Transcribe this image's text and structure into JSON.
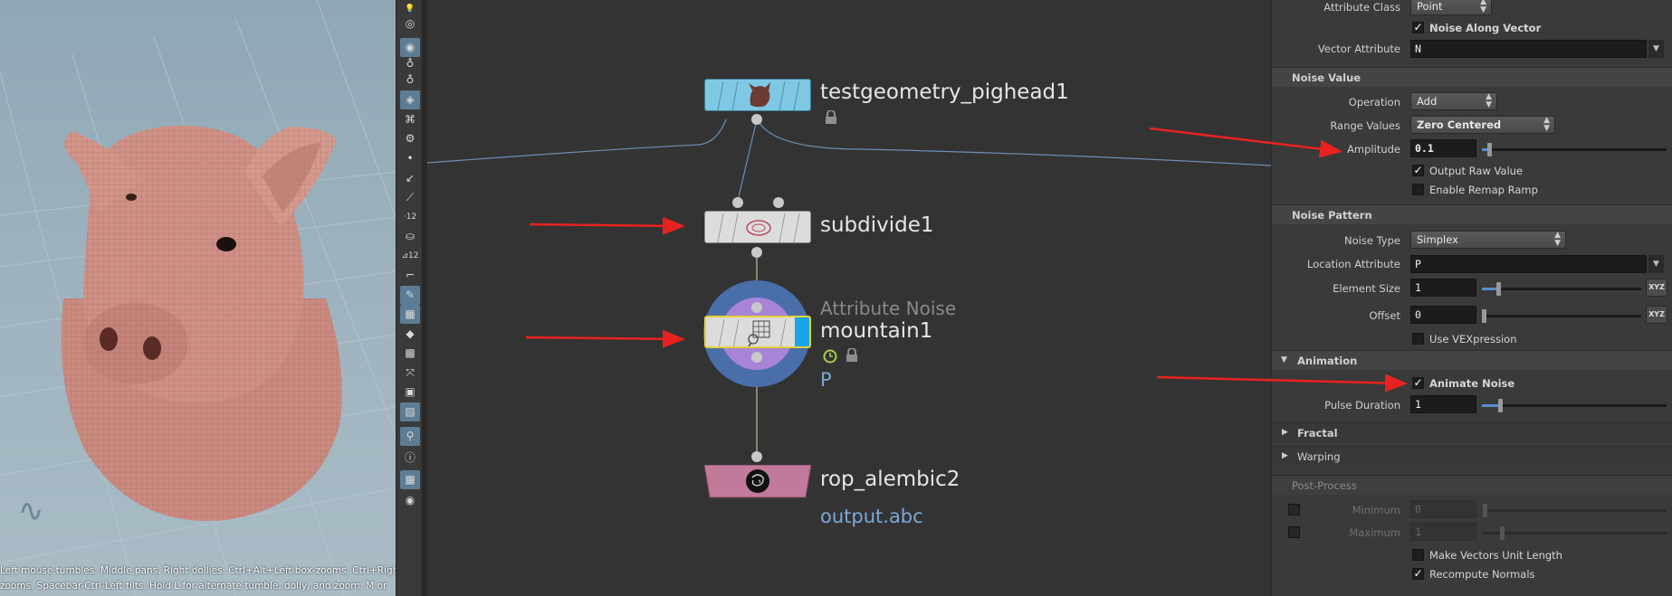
{
  "viewport": {
    "hint_line1": "Left mouse tumbles. Middle pans. Right dollies. Ctrl+Alt+Left box-zooms. Ctrl+Right",
    "hint_line2": "zooms. Spacebar-Ctrl-Left tilts. Hold L for alternate tumble, dolly, and zoom.     M or",
    "logo_glyph": "∿"
  },
  "toolbar": {
    "tools": [
      {
        "icon": "lightbulb-icon",
        "glyph": "💡",
        "active": false
      },
      {
        "icon": "sphere-icon",
        "glyph": "◎",
        "active": false
      },
      {
        "icon": "light-icon",
        "glyph": "◉",
        "active": true
      },
      {
        "icon": "spotlight-icon",
        "glyph": "♁",
        "active": false
      },
      {
        "icon": "point-light-icon",
        "glyph": "♁",
        "active": false
      },
      {
        "icon": "shading-icon",
        "glyph": "◈",
        "active": true
      },
      {
        "icon": "camera-icon",
        "glyph": "⌘",
        "active": false
      },
      {
        "icon": "render-icon",
        "glyph": "⚙",
        "active": false
      },
      {
        "icon": "point-icon",
        "glyph": "•",
        "active": false
      },
      {
        "icon": "normals-icon",
        "glyph": "↙",
        "active": false
      },
      {
        "icon": "brush-icon",
        "glyph": "⟋",
        "active": false
      },
      {
        "icon": "point-numbers-icon",
        "glyph": "·12",
        "active": false
      },
      {
        "icon": "paint-icon",
        "glyph": "⛀",
        "active": false
      },
      {
        "icon": "prim-numbers-icon",
        "glyph": "⊿12",
        "active": false
      },
      {
        "icon": "angle-icon",
        "glyph": "⌐",
        "active": false
      },
      {
        "icon": "pen-icon",
        "glyph": "✎",
        "active": true
      },
      {
        "icon": "checker-icon",
        "glyph": "▦",
        "active": true
      },
      {
        "icon": "diamond-icon",
        "glyph": "◆",
        "active": false
      },
      {
        "icon": "texture-icon",
        "glyph": "▩",
        "active": false
      },
      {
        "icon": "axis-icon",
        "glyph": "⤧",
        "active": false
      },
      {
        "icon": "frame-icon",
        "glyph": "▣",
        "active": false
      },
      {
        "icon": "background-icon",
        "glyph": "▨",
        "active": true
      },
      {
        "icon": "pin-icon",
        "glyph": "⚲",
        "active": true
      },
      {
        "icon": "info-icon",
        "glyph": "ⓘ",
        "active": false
      },
      {
        "icon": "grid-layout-icon",
        "glyph": "▦",
        "active": true
      },
      {
        "icon": "eye-icon",
        "glyph": "◉",
        "active": false
      }
    ]
  },
  "network": {
    "nodes": [
      {
        "id": "pighead",
        "label": "testgeometry_pighead1",
        "color": "#7ec8e3"
      },
      {
        "id": "subdivide",
        "label": "subdivide1",
        "color": "#d9d9d9"
      },
      {
        "id": "mountain",
        "label": "mountain1",
        "type_label": "Attribute Noise",
        "sub_label": "P",
        "color": "#d9d9d9"
      },
      {
        "id": "rop",
        "label": "rop_alembic2",
        "sub_label": "output.abc",
        "color": "#c27a9a"
      }
    ]
  },
  "params": {
    "attribute_class": {
      "label": "Attribute Class",
      "value": "Point"
    },
    "noise_along_vector": {
      "label": "Noise Along Vector",
      "checked": true
    },
    "vector_attribute": {
      "label": "Vector Attribute",
      "value": "N"
    },
    "noise_value": {
      "title": "Noise Value",
      "operation": {
        "label": "Operation",
        "value": "Add"
      },
      "range_values": {
        "label": "Range Values",
        "value": "Zero Centered"
      },
      "amplitude": {
        "label": "Amplitude",
        "value": "0.1",
        "slider_fraction": 0.04
      },
      "output_raw_value": {
        "label": "Output Raw Value",
        "checked": true
      },
      "enable_remap_ramp": {
        "label": "Enable Remap Ramp",
        "checked": false
      }
    },
    "noise_pattern": {
      "title": "Noise Pattern",
      "noise_type": {
        "label": "Noise Type",
        "value": "Simplex"
      },
      "location_attribute": {
        "label": "Location Attribute",
        "value": "P"
      },
      "element_size": {
        "label": "Element Size",
        "value": "1",
        "slider_fraction": 0.1,
        "button": "XYZ"
      },
      "offset": {
        "label": "Offset",
        "value": "0",
        "slider_fraction": 0.0,
        "button": "XYZ"
      },
      "use_vexpression": {
        "label": "Use VEXpression",
        "checked": false
      }
    },
    "animation": {
      "title": "Animation",
      "animate_noise": {
        "label": "Animate Noise",
        "checked": true
      },
      "pulse_duration": {
        "label": "Pulse Duration",
        "value": "1",
        "slider_fraction": 0.1
      }
    },
    "fractal": {
      "title": "Fractal"
    },
    "warping": {
      "title": "Warping"
    },
    "post_process": {
      "title": "Post-Process",
      "minimum": {
        "label": "Minimum",
        "value": "0"
      },
      "maximum": {
        "label": "Maximum",
        "value": "1"
      },
      "make_vectors_unit_length": {
        "label": "Make Vectors Unit Length",
        "checked": false
      },
      "recompute_normals": {
        "label": "Recompute Normals",
        "checked": true
      }
    }
  },
  "colors": {
    "annotation_arrow": "#e8231f",
    "selected_node": "#e6d23a",
    "wire": "#6d8fb5"
  }
}
